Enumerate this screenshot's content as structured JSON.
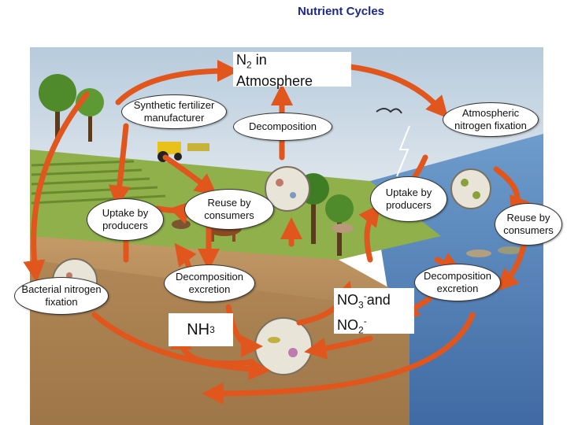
{
  "title": "Nutrient Cycles",
  "labels": {
    "n2_prefix": "N",
    "n2_sub": "2",
    "n2_line1_rest": " in",
    "n2_line2": "Atmosphere",
    "synthetic_fertilizer": "Synthetic fertilizer manufacturer",
    "decomposition_top": "Decomposition",
    "atmospheric_fixation": "Atmospheric nitrogen fixation",
    "uptake_left": "Uptake by producers",
    "reuse_left": "Reuse by consumers",
    "uptake_right": "Uptake by producers",
    "reuse_right": "Reuse by consumers",
    "bacterial_fixation": "Bacterial nitrogen fixation",
    "decomp_excretion_left": "Decomposition excretion",
    "decomp_excretion_right": "Decomposition excretion",
    "nh3_prefix": "NH",
    "nh3_sub": "3",
    "no3_prefix": "NO",
    "no3_sub": "3",
    "no3_sup": "-",
    "no3_and": "and",
    "no2_prefix": "NO",
    "no2_sub": "2",
    "no2_sup": "-"
  },
  "colors": {
    "arrow": "#e0561c",
    "sky": "#a9c3d8",
    "water": "#4f7fb8",
    "soil": "#b38a5a",
    "grass": "#7fa63a",
    "title": "#1c2a8a"
  }
}
